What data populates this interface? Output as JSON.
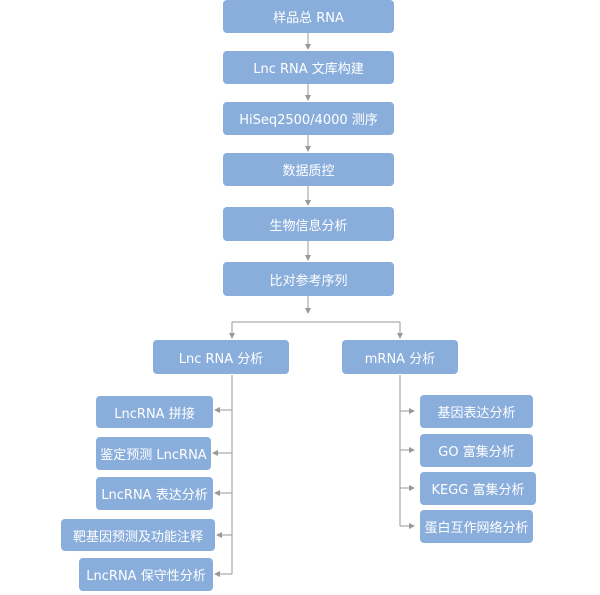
{
  "main_flow": [
    "样品总 RNA",
    "Lnc RNA 文库构建",
    "HiSeq2500/4000 测序",
    "数据质控",
    "生物信息分析",
    "比对参考序列"
  ],
  "branches": {
    "left": {
      "title": "Lnc RNA 分析",
      "items": [
        "LncRNA 拼接",
        "鉴定预测 LncRNA",
        "LncRNA 表达分析",
        "靶基因预测及功能注释",
        "LncRNA 保守性分析"
      ]
    },
    "right": {
      "title": "mRNA 分析",
      "items": [
        "基因表达分析",
        "GO 富集分析",
        "KEGG 富集分析",
        "蛋白互作网络分析"
      ]
    }
  },
  "colors": {
    "box_fill": "#8aaedc",
    "box_text": "#ffffff",
    "connector": "#999999"
  }
}
